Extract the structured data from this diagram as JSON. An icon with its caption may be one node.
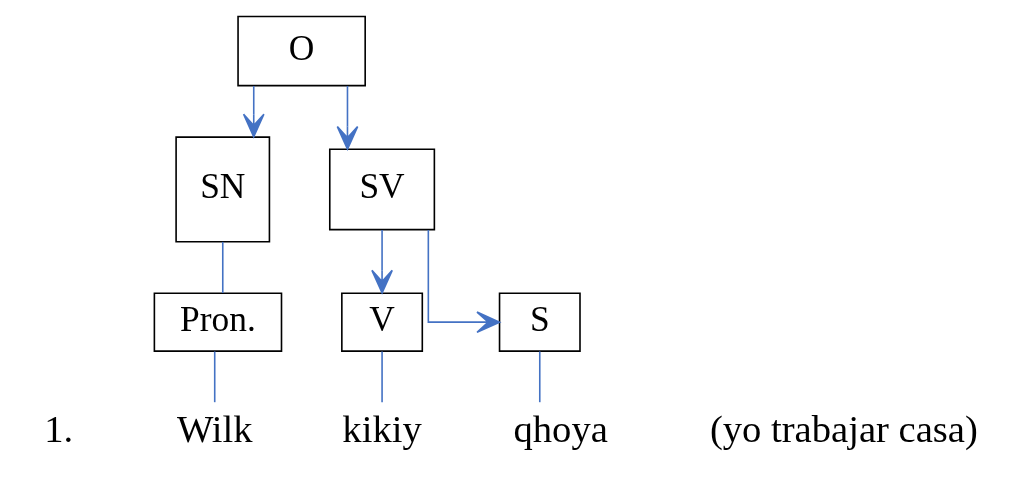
{
  "diagram": {
    "nodes": [
      {
        "text": [
          "O"
        ]
      },
      {
        "text": [
          "SN"
        ]
      },
      {
        "text": [
          "SV"
        ]
      },
      {
        "text": [
          "Pron."
        ]
      },
      {
        "text": [
          "V"
        ]
      },
      {
        "text": [
          "S"
        ]
      },
      {
        "text": [
          "Wilk"
        ]
      },
      {
        "text": [
          "kikiy"
        ]
      },
      {
        "text": [
          "qhoya"
        ]
      }
    ],
    "edges": [
      {
        "from": 0,
        "to": 1,
        "arrow": "to"
      },
      {
        "from": 0,
        "to": 2,
        "arrow": "to"
      },
      {
        "from": 1,
        "to": 3,
        "arrow": "none"
      },
      {
        "from": 2,
        "to": 4,
        "arrow": "to"
      },
      {
        "from": 2,
        "to": 5,
        "arrow": "to"
      },
      {
        "from": 3,
        "to": 6,
        "arrow": "none"
      },
      {
        "from": 4,
        "to": 7,
        "arrow": "none"
      },
      {
        "from": 5,
        "to": 8,
        "arrow": "none"
      }
    ],
    "labels": [
      "1.",
      "(yo trabajar casa)"
    ]
  }
}
